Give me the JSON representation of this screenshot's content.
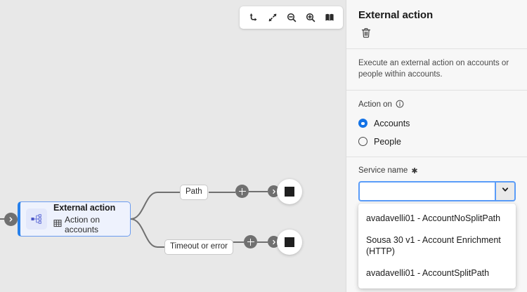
{
  "canvas": {
    "toolbar": {
      "buttons": [
        {
          "name": "undo-icon",
          "label": "Undo"
        },
        {
          "name": "fit-to-screen-icon",
          "label": "Fit to screen"
        },
        {
          "name": "zoom-out-icon",
          "label": "Zoom out"
        },
        {
          "name": "zoom-in-icon",
          "label": "Zoom in"
        },
        {
          "name": "map-overview-icon",
          "label": "Map overview"
        }
      ]
    },
    "node": {
      "title": "External action",
      "subtitle": "Action on accounts",
      "icon": "external-action-branch-icon",
      "subtitle_icon": "grid-icon"
    },
    "branches": [
      {
        "label": "Path"
      },
      {
        "label": "Timeout or error"
      }
    ]
  },
  "panel": {
    "title": "External action",
    "delete_icon": "trash-icon",
    "description": "Execute an external action on accounts or people within accounts.",
    "action_on": {
      "label": "Action on",
      "info_icon": "info-icon",
      "options": [
        {
          "label": "Accounts",
          "checked": true
        },
        {
          "label": "People",
          "checked": false
        }
      ]
    },
    "service_name": {
      "label": "Service name",
      "required_marker": "✱",
      "value": "",
      "placeholder": "",
      "chevron_icon": "chevron-down-icon",
      "options": [
        "avadavelli01 - AccountNoSplitPath",
        "Sousa 30 v1 - Account Enrichment (HTTP)",
        "avadavelli01 - AccountSplitPath"
      ]
    }
  },
  "colors": {
    "accent_blue": "#1473e6",
    "node_border": "#2680eb",
    "canvas_bg": "#e8e8e8",
    "panel_bg": "#f7f7f7",
    "connector": "#707070"
  }
}
